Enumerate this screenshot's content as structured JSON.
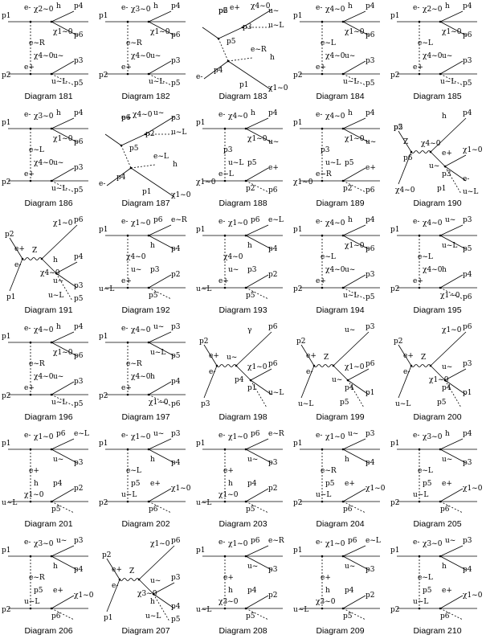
{
  "diagrams": [
    {
      "caption": "Diagram 181",
      "type": "t",
      "labels": [
        "p1",
        "e-",
        "χ2~0",
        "h",
        "p4",
        "χ1~0",
        "p6",
        "e~R",
        "e+",
        "χ4~0",
        "u~",
        "p3",
        "p2",
        "u~L",
        "p5"
      ]
    },
    {
      "caption": "Diagram 182",
      "type": "t",
      "labels": [
        "p1",
        "e-",
        "χ3~0",
        "h",
        "p4",
        "χ1~0",
        "p6",
        "e~R",
        "e+",
        "χ4~0",
        "u~",
        "p3",
        "p2",
        "u~L",
        "p5"
      ]
    },
    {
      "caption": "Diagram 183",
      "type": "s",
      "labels": [
        "p2",
        "e+",
        "χ4~0",
        "u~",
        "p3",
        "u~L",
        "p5",
        "e~R",
        "h",
        "p4",
        "e-",
        "p1",
        "χ1~0",
        "p6"
      ]
    },
    {
      "caption": "Diagram 184",
      "type": "t",
      "labels": [
        "p1",
        "e-",
        "χ4~0",
        "h",
        "p4",
        "χ1~0",
        "p6",
        "e~L",
        "e+",
        "χ4~0",
        "u~",
        "p3",
        "p2",
        "u~L",
        "p5"
      ]
    },
    {
      "caption": "Diagram 185",
      "type": "t",
      "labels": [
        "p1",
        "e-",
        "χ2~0",
        "h",
        "p4",
        "χ1~0",
        "p6",
        "e~L",
        "e+",
        "χ4~0",
        "u~",
        "p3",
        "p2",
        "u~L",
        "p5"
      ]
    },
    {
      "caption": "Diagram 186",
      "type": "t",
      "labels": [
        "p1",
        "e-",
        "χ3~0",
        "h",
        "p4",
        "χ1~0",
        "p6",
        "e~L",
        "e+",
        "χ4~0",
        "u~",
        "p3",
        "p2",
        "u~L",
        "p5"
      ]
    },
    {
      "caption": "Diagram 187",
      "type": "s",
      "labels": [
        "e+",
        "χ4~0",
        "u~",
        "p3",
        "p2",
        "u~L",
        "p5",
        "e~L",
        "h",
        "p4",
        "e-",
        "p1",
        "χ1~0",
        "p6"
      ]
    },
    {
      "caption": "Diagram 188",
      "type": "t",
      "labels": [
        "p1",
        "e-",
        "χ4~0",
        "h",
        "p4",
        "χ1~0",
        "u~",
        "p3",
        "e~L",
        "u~L",
        "p5",
        "e+",
        "χ1~0",
        "p2",
        "p6"
      ]
    },
    {
      "caption": "Diagram 189",
      "type": "t",
      "labels": [
        "p1",
        "e-",
        "χ4~0",
        "h",
        "p4",
        "χ1~0",
        "u~",
        "p3",
        "e~R",
        "u~L",
        "p5",
        "e+",
        "χ1~0",
        "p2",
        "p6"
      ]
    },
    {
      "caption": "Diagram 190",
      "type": "z",
      "labels": [
        "p2",
        "h",
        "p4",
        "Z",
        "χ4~0",
        "e+",
        "χ1~0",
        "p6",
        "u~",
        "p3",
        "e-",
        "χ4~0",
        "p1",
        "u~L",
        "p5"
      ]
    },
    {
      "caption": "Diagram 191",
      "type": "z",
      "labels": [
        "p2",
        "χ1~0",
        "p6",
        "e+",
        "Z",
        "h",
        "p4",
        "e-",
        "χ4~0",
        "u~",
        "p3",
        "p1",
        "u~L",
        "p5"
      ]
    },
    {
      "caption": "Diagram 192",
      "type": "t",
      "labels": [
        "p1",
        "e-",
        "χ1~0",
        "p6",
        "e~R",
        "h",
        "p4",
        "χ4~0",
        "e+",
        "u~",
        "p3",
        "p2",
        "u~L",
        "p5"
      ]
    },
    {
      "caption": "Diagram 193",
      "type": "t",
      "labels": [
        "p1",
        "e-",
        "χ1~0",
        "p6",
        "e~L",
        "h",
        "p4",
        "χ4~0",
        "e+",
        "u~",
        "p3",
        "p2",
        "u~L",
        "p5"
      ]
    },
    {
      "caption": "Diagram 194",
      "type": "t",
      "labels": [
        "p1",
        "e-",
        "χ4~0",
        "h",
        "p4",
        "χ1~0",
        "p6",
        "e~L",
        "e+",
        "χ4~0",
        "u~",
        "p3",
        "p2",
        "u~L",
        "p5"
      ]
    },
    {
      "caption": "Diagram 195",
      "type": "t",
      "labels": [
        "p1",
        "e-",
        "χ4~0",
        "u~",
        "p3",
        "u~L",
        "p5",
        "e~L",
        "e+",
        "χ4~0",
        "h",
        "p4",
        "p2",
        "χ1~0",
        "p6"
      ]
    },
    {
      "caption": "Diagram 196",
      "type": "t",
      "labels": [
        "p1",
        "e-",
        "χ4~0",
        "h",
        "p4",
        "χ1~0",
        "p6",
        "e~R",
        "e+",
        "χ4~0",
        "u~",
        "p3",
        "p2",
        "u~L",
        "p5"
      ]
    },
    {
      "caption": "Diagram 197",
      "type": "t",
      "labels": [
        "p1",
        "e-",
        "χ4~0",
        "u~",
        "p3",
        "u~L",
        "p5",
        "e~R",
        "e+",
        "χ4~0",
        "h",
        "p4",
        "p2",
        "χ1~0",
        "p6"
      ]
    },
    {
      "caption": "Diagram 198",
      "type": "z",
      "labels": [
        "p2",
        "γ",
        "p6",
        "e+",
        "u~",
        "χ1~0",
        "p6",
        "e-",
        "p4",
        "p1",
        "u~L",
        "p3"
      ]
    },
    {
      "caption": "Diagram 199",
      "type": "z",
      "labels": [
        "p2",
        "u~",
        "p3",
        "e+",
        "Z",
        "χ1~0",
        "p6",
        "e-",
        "u~",
        "p4",
        "p1",
        "u~L",
        "p5"
      ]
    },
    {
      "caption": "Diagram 200",
      "type": "z",
      "labels": [
        "p2",
        "χ1~0",
        "p6",
        "e+",
        "Z",
        "u~",
        "p3",
        "e-",
        "χ1~0",
        "p4",
        "p1",
        "u~L",
        "p5"
      ]
    },
    {
      "caption": "Diagram 201",
      "type": "t",
      "labels": [
        "p1",
        "e-",
        "χ1~0",
        "p6",
        "e~L",
        "u~",
        "p3",
        "e+",
        "χ1~0",
        "h",
        "p4",
        "p2",
        "u~L",
        "p5"
      ]
    },
    {
      "caption": "Diagram 202",
      "type": "t",
      "labels": [
        "p1",
        "e-",
        "χ1~0",
        "u~",
        "p3",
        "h",
        "p4",
        "e~L",
        "u~L",
        "p5",
        "e+",
        "χ1~0",
        "p2",
        "p6"
      ]
    },
    {
      "caption": "Diagram 203",
      "type": "t",
      "labels": [
        "p1",
        "e-",
        "χ1~0",
        "p6",
        "e~R",
        "u~",
        "p3",
        "e+",
        "χ1~0",
        "h",
        "p4",
        "p2",
        "u~L",
        "p5"
      ]
    },
    {
      "caption": "Diagram 204",
      "type": "t",
      "labels": [
        "p1",
        "e-",
        "χ1~0",
        "u~",
        "p3",
        "h",
        "p4",
        "e~R",
        "u~L",
        "p5",
        "e+",
        "χ1~0",
        "p2",
        "p6"
      ]
    },
    {
      "caption": "Diagram 205",
      "type": "t",
      "labels": [
        "p1",
        "e-",
        "χ3~0",
        "h",
        "p4",
        "u~",
        "p3",
        "e~L",
        "u~L",
        "p5",
        "e+",
        "χ1~0",
        "p2",
        "p6"
      ]
    },
    {
      "caption": "Diagram 206",
      "type": "t",
      "labels": [
        "p1",
        "e-",
        "χ3~0",
        "u~",
        "p3",
        "h",
        "p4",
        "e~R",
        "u~L",
        "p5",
        "e+",
        "χ1~0",
        "p2",
        "p6"
      ]
    },
    {
      "caption": "Diagram 207",
      "type": "z",
      "labels": [
        "p2",
        "χ1~0",
        "p6",
        "e+",
        "Z",
        "u~",
        "p3",
        "e-",
        "χ3~0",
        "h",
        "p4",
        "p1",
        "u~L",
        "p5"
      ]
    },
    {
      "caption": "Diagram 208",
      "type": "t",
      "labels": [
        "p1",
        "e-",
        "χ1~0",
        "p6",
        "e~R",
        "u~",
        "p3",
        "e+",
        "χ3~0",
        "h",
        "p4",
        "p2",
        "u~L",
        "p5"
      ]
    },
    {
      "caption": "Diagram 209",
      "type": "t",
      "labels": [
        "p1",
        "e-",
        "χ1~0",
        "p6",
        "e~L",
        "u~",
        "p3",
        "e+",
        "χ3~0",
        "h",
        "p4",
        "p2",
        "u~L",
        "p5"
      ]
    },
    {
      "caption": "Diagram 210",
      "type": "t",
      "labels": [
        "p1",
        "e-",
        "χ3~0",
        "u~",
        "p3",
        "h",
        "p4",
        "e~L",
        "u~L",
        "p5",
        "e+",
        "χ1~0",
        "p2",
        "p6"
      ]
    }
  ]
}
